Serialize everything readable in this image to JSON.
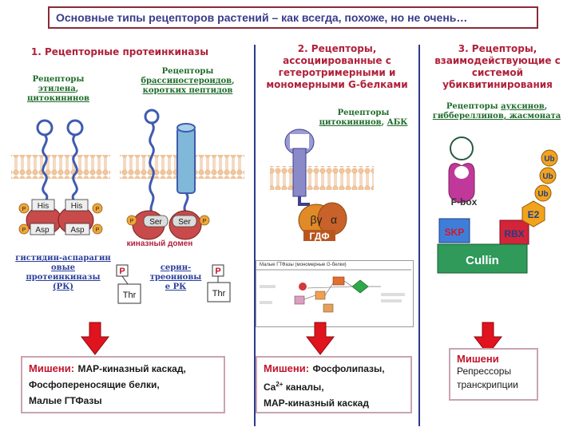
{
  "title": "Основные типы рецепторов растений – как всегда, похоже, но не очень…",
  "section1": {
    "heading": "1. Рецепторные протеинкиназы",
    "ethylene_label_prefix": "Рецепторы ",
    "ethylene_label_link1": "этилена",
    "ethylene_label_link2": "цитокининов",
    "brass_label_line1": "Рецепторы",
    "brass_label_link1": "брассиностероидов",
    "brass_label_link2": "коротких пептидов",
    "his_label": "His",
    "asp_label": "Asp",
    "p_label": "P",
    "ser_label": "Ser",
    "thr_label": "Thr",
    "kinase_domain_label": "киназный домен",
    "hk_caption_line1": "гистидин-аспарагин",
    "hk_caption_line2": "овые",
    "hk_caption_line3": "протеинкиназы (РК)",
    "serthr_caption_line1": "серин-треониовы",
    "serthr_caption_line2": "е РК"
  },
  "section2": {
    "heading_line1": "2. Рецепторы,",
    "heading_line2": "ассоциированные с",
    "heading_line3": "гетеротримерными и",
    "heading_line4": "мономерными G-белками",
    "label_line1": "Рецепторы",
    "label_link1": "цитокининов",
    "label_link2": "АБК",
    "beta_gamma": "βγ",
    "alpha": "α",
    "gdp": "ГДФ",
    "inset_title": "Малые ГТФазы (мономерные G-белки)"
  },
  "section3": {
    "heading_line1": "3. Рецепторы,",
    "heading_line2": "взаимодействующие с",
    "heading_line3": "системой",
    "heading_line4": "убиквитинирования",
    "label_prefix": "Рецепторы ",
    "label_link1": "ауксинов",
    "label_link2": "гиббереллинов, жасмоната",
    "fbox": "F-box",
    "skp": "SKP",
    "rbx": "RBX",
    "e2": "E2",
    "ub": "Ub",
    "cullin": "Cullin"
  },
  "targets": {
    "box1_title": "Мишени:",
    "box1_line1": "MAP-киназный каскад,",
    "box1_line2": "Фосфопереносящие  белки,",
    "box1_line3": "Малые ГТФазы",
    "box2_title": "Мишени:",
    "box2_line1": "Фосфолипазы,",
    "box2_line2_a": "Ca",
    "box2_line2_sup": "2+",
    "box2_line2_b": " каналы,",
    "box2_line3": "MAP-киназный каскад",
    "box3_title": "Мишени",
    "box3_line1": "Репрессоры",
    "box3_line2": "транскрипции"
  },
  "colors": {
    "title_border": "#8b2a3a",
    "heading_red": "#b0213a",
    "label_green": "#1f6b2a",
    "label_blue": "#2b3f9a",
    "arrow_red": "#e0141e",
    "membrane": "#f2c79c",
    "receptor_blue": "#3f5bb0",
    "cullin_green": "#2f9a5a",
    "skp_blue": "#3f7ed8",
    "rbx_red": "#d4243a",
    "ub_orange": "#f3a31b"
  }
}
